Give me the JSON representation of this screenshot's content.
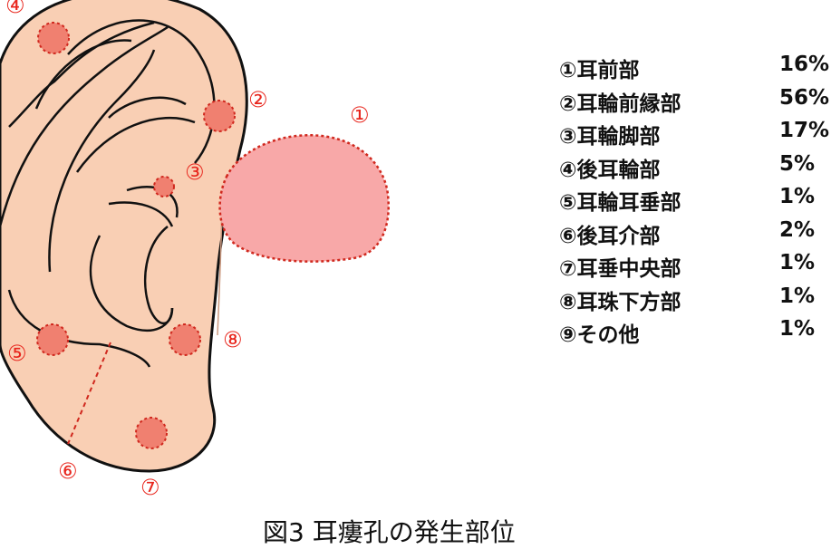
{
  "markers": [
    {
      "id": "1",
      "label": "①"
    },
    {
      "id": "2",
      "label": "②"
    },
    {
      "id": "3",
      "label": "③"
    },
    {
      "id": "4",
      "label": "④"
    },
    {
      "id": "5",
      "label": "⑤"
    },
    {
      "id": "6",
      "label": "⑥"
    },
    {
      "id": "7",
      "label": "⑦"
    },
    {
      "id": "8",
      "label": "⑧"
    }
  ],
  "legend": [
    {
      "label": "①耳前部",
      "value": "16%"
    },
    {
      "label": "②耳輪前縁部",
      "value": "56%"
    },
    {
      "label": "③耳輪脚部",
      "value": "17%"
    },
    {
      "label": "④後耳輪部",
      "value": "5%"
    },
    {
      "label": "⑤耳輪耳垂部",
      "value": "1%"
    },
    {
      "label": "⑥後耳介部",
      "value": "2%"
    },
    {
      "label": "⑦耳垂中央部",
      "value": "1%"
    },
    {
      "label": "⑧耳珠下方部",
      "value": "1%"
    },
    {
      "label": "⑨その他",
      "value": "1%"
    }
  ],
  "caption": "図3 耳瘻孔の発生部位",
  "colors": {
    "skin": "#f9cfb4",
    "outline": "#111111",
    "spot": "#f08070",
    "spot_border": "#d0281e",
    "region": "#f8a8a8",
    "label": "#e8261d"
  }
}
